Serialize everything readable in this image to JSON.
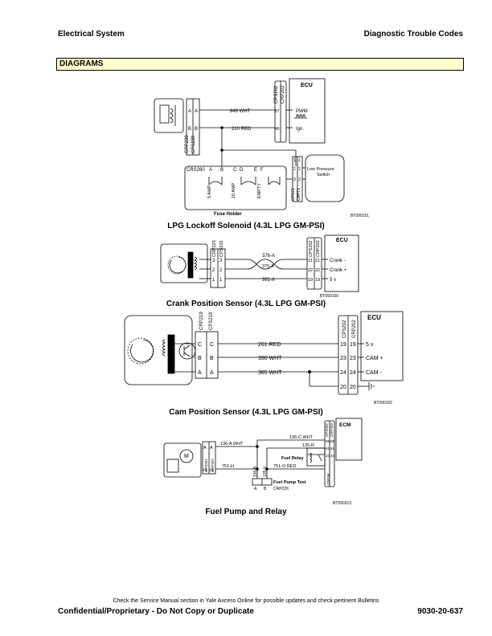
{
  "header": {
    "left": "Electrical System",
    "right": "Diagnostic Trouble Codes"
  },
  "section": {
    "title": "DIAGRAMS"
  },
  "diagram1": {
    "caption": "LPG Lockoff Solenoid (4.3L LPG GM-PSI)",
    "code": "BT090151",
    "ecu": "ECU",
    "conn_left": [
      "CRP239",
      "CPS239"
    ],
    "conn_ecu": [
      "CPS202",
      "CRP202"
    ],
    "wire_a": "849 WHT",
    "wire_b": "210 RED",
    "pin_a": "A",
    "pin_b": "B",
    "pin_87": "87",
    "pin_45": "45",
    "pwm": "PWM",
    "ign": "Ign.",
    "fuse_conn": "CRS260",
    "fuse_letters": [
      "A",
      "B",
      "C",
      "D",
      "E",
      "F"
    ],
    "fuse_5": "5 AMP",
    "fuse_10": "10 AMP",
    "fuse_empty": "EMPTY",
    "fuse_holder": "Fuse Holder",
    "lps_conn": [
      "CPS71",
      "CRP71"
    ],
    "lps_pins": [
      "1",
      "2",
      "3"
    ],
    "lps_label_1": "Low Pressure",
    "lps_label_2": "Switch"
  },
  "diagram2": {
    "caption": "Crank Position Sensor (4.3L LPG GM-PSI)",
    "code": "BT090150",
    "ecu": "ECU",
    "conn_left": [
      "CRP225",
      "CPS225"
    ],
    "conn_ecu": [
      "CPS202",
      "CRP202"
    ],
    "left_pins": [
      "3",
      "2",
      "1"
    ],
    "wires": [
      "376-A",
      "375-A",
      "361-A"
    ],
    "ecu_pins": [
      "21",
      "22",
      "19"
    ],
    "signals": [
      "Crank -",
      "Crank +",
      "5 v"
    ]
  },
  "diagram3": {
    "caption": "Cam Position Sensor (4.3L LPG GM-PSI)",
    "code": "BT090152",
    "ecu": "ECU",
    "conn_left": [
      "CRP219",
      "CPS219"
    ],
    "conn_ecu": [
      "CPS202",
      "CRP202"
    ],
    "left_pins": [
      "C",
      "B",
      "A"
    ],
    "wires": [
      "261 RED",
      "390 WHT",
      "385 WHT"
    ],
    "ecu_pins": [
      "19",
      "23",
      "24",
      "20"
    ],
    "signals": [
      "5 v",
      "CAM +",
      "CAM -"
    ]
  },
  "diagram4": {
    "caption": "Fuel Pump and Relay",
    "code": "BT090313",
    "ecm": "ECM",
    "motor": "M",
    "conn_ecm": [
      "CPS202",
      "CRP202"
    ],
    "conn_pump": [
      "CPS207",
      "CRP207"
    ],
    "pump_pins": [
      "A",
      "H"
    ],
    "wire_a": "136-A WHT",
    "wire_c": "136-C WHT",
    "wire_r": "135-R",
    "wire_h": "751-H",
    "wire_o": "751-O RED",
    "wire_b": "136-B",
    "wire_v": "135-V",
    "ecm_pins": [
      "86",
      "81",
      "10"
    ],
    "relay": "Fuel Relay",
    "test": "Fuel Pump Test",
    "relay_conn": "CRP226",
    "relay_conn_side": "CRP96",
    "test_pins": [
      "A",
      "B"
    ]
  },
  "footer": {
    "note": "Check the Service Manual section in Yale Axcess Online for possible updates and check pertinent Bulletins",
    "confidential": "Confidential/Proprietary - Do Not Copy or Duplicate",
    "page": "9030-20-637"
  }
}
